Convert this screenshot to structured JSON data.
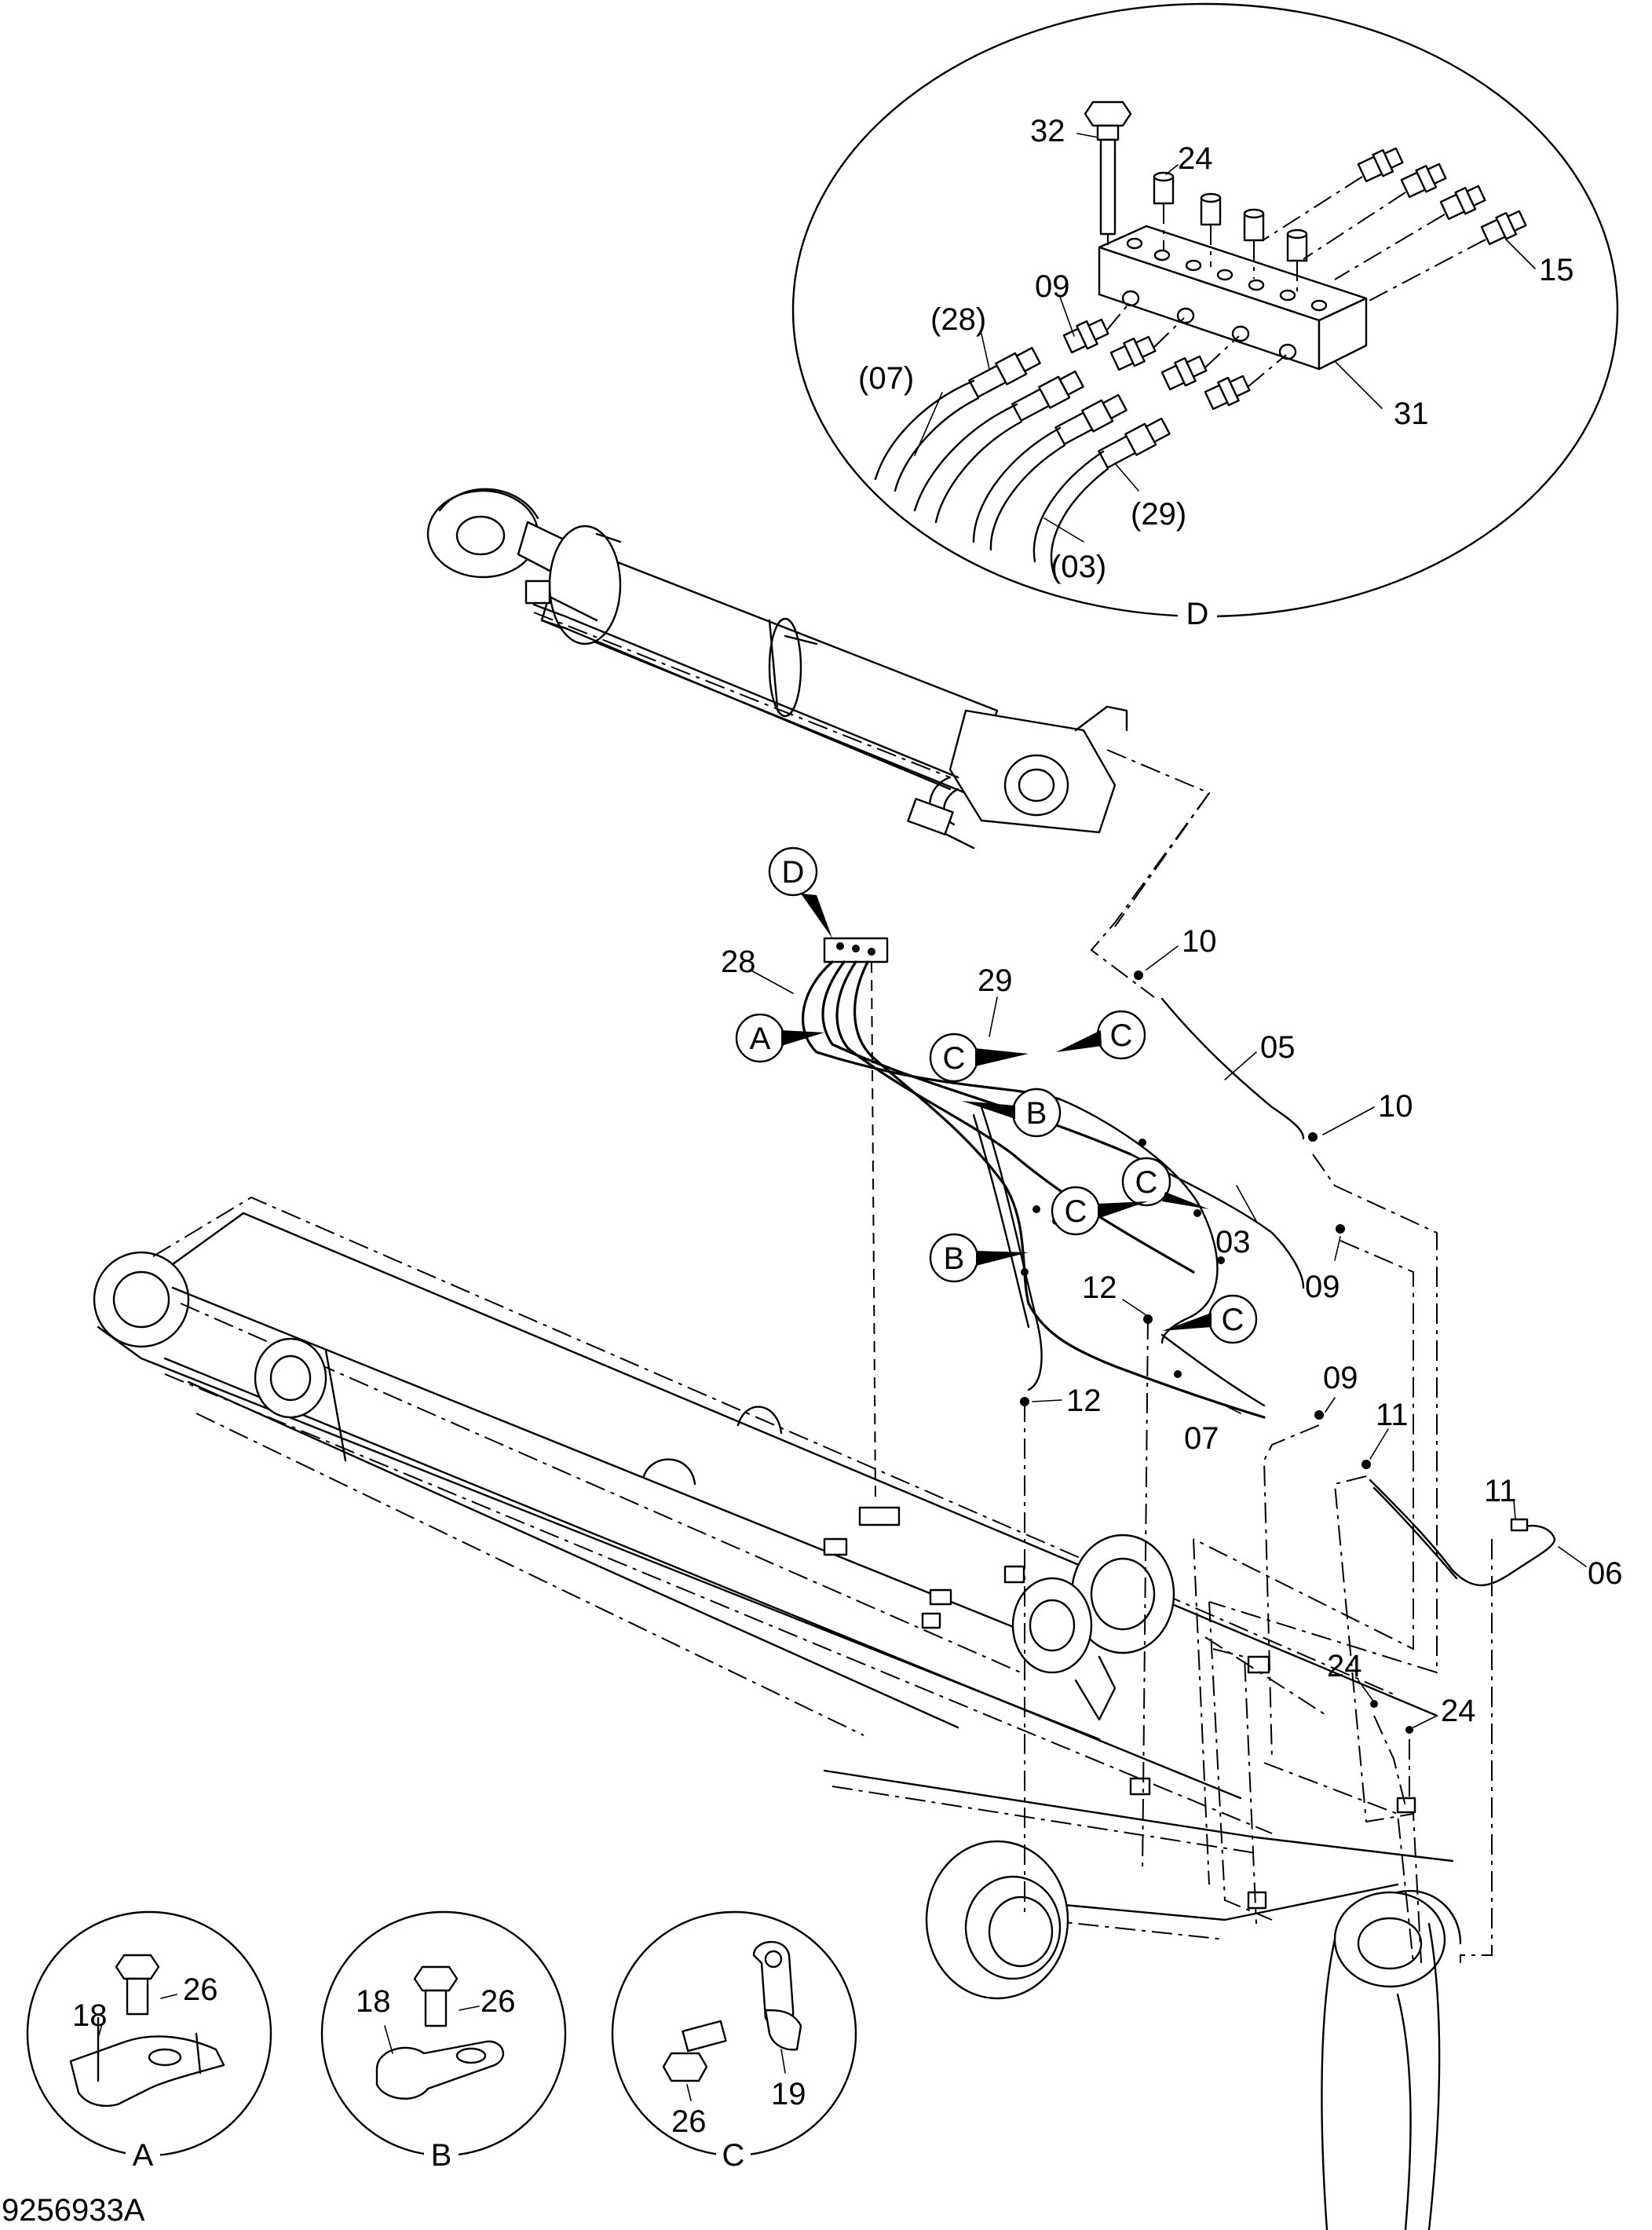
{
  "drawing": {
    "drawing_number": "9256933A",
    "detail_d_labels": [
      "32",
      "24",
      "15",
      "09",
      "(28)",
      "(07)",
      "31",
      "(29)",
      "(03)"
    ],
    "detail_d_letter": "D",
    "assembly_labels": [
      "28",
      "29",
      "10",
      "05",
      "10",
      "03",
      "09",
      "12",
      "12",
      "09",
      "07",
      "11",
      "11",
      "06",
      "24",
      "24"
    ],
    "callout_letters": [
      "D",
      "A",
      "C",
      "C",
      "B",
      "C",
      "C",
      "B",
      "C"
    ],
    "detail_a": {
      "letter": "A",
      "labels": [
        "18",
        "26"
      ]
    },
    "detail_b": {
      "letter": "B",
      "labels": [
        "18",
        "26"
      ]
    },
    "detail_c": {
      "letter": "C",
      "labels": [
        "26",
        "19"
      ]
    }
  }
}
